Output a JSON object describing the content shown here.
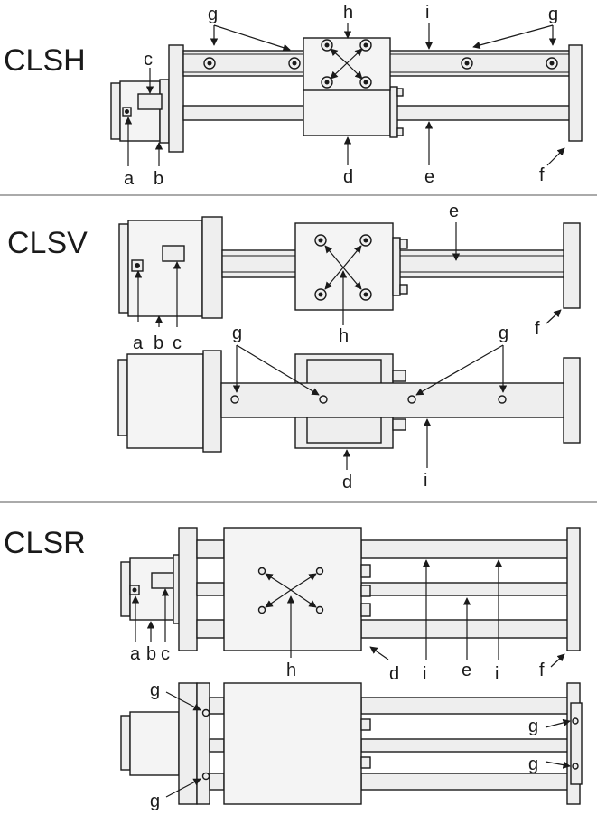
{
  "sections": [
    {
      "id": "clsh",
      "title": "CLSH"
    },
    {
      "id": "clsv",
      "title": "CLSV"
    },
    {
      "id": "clsr",
      "title": "CLSR"
    }
  ],
  "labels": {
    "clsh": {
      "a": "a",
      "b": "b",
      "c": "c",
      "d": "d",
      "e": "e",
      "f": "f",
      "g1": "g",
      "g2": "g",
      "h": "h",
      "i": "i"
    },
    "clsv": {
      "a": "a",
      "b": "b",
      "c": "c",
      "d": "d",
      "e": "e",
      "f": "f",
      "g1": "g",
      "g2": "g",
      "h": "h",
      "i": "i"
    },
    "clsr": {
      "a": "a",
      "b": "b",
      "c": "c",
      "d": "d",
      "e": "e",
      "f": "f",
      "h": "h",
      "i1": "i",
      "i2": "i",
      "g1": "g",
      "g2": "g",
      "g3": "g",
      "g4": "g"
    }
  }
}
